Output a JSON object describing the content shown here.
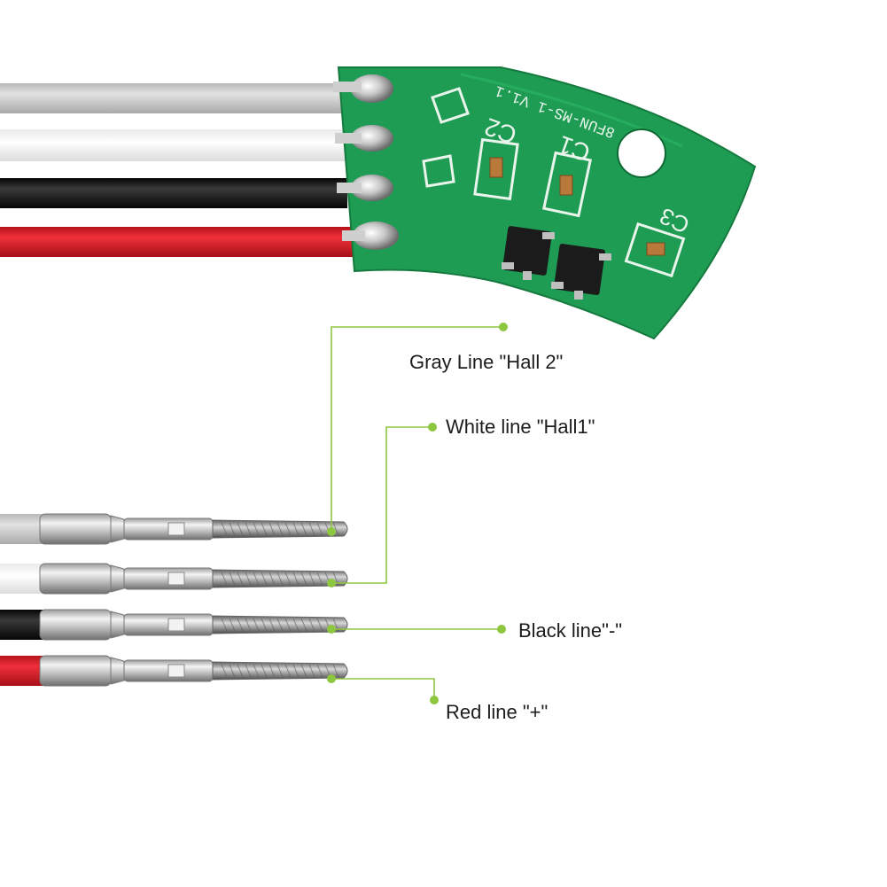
{
  "board": {
    "silkscreen_model": "8FUN-MS-1 V1.1",
    "silkscreen_c1": "C1",
    "silkscreen_c2": "C2",
    "silkscreen_c3": "C3",
    "board_color": "#1e9b52"
  },
  "wires": [
    {
      "name": "gray",
      "color": "#c4c4c4"
    },
    {
      "name": "white",
      "color": "#f7f7f7"
    },
    {
      "name": "black",
      "color": "#151515"
    },
    {
      "name": "red",
      "color": "#d9202a"
    }
  ],
  "callouts": [
    {
      "id": "gray",
      "label": "Gray Line \"Hall 2\""
    },
    {
      "id": "white",
      "label": "White line \"Hall1\""
    },
    {
      "id": "black",
      "label": "Black line\"-\""
    },
    {
      "id": "red",
      "label": "Red line \"+\""
    }
  ],
  "colors": {
    "leader": "#8dc63f",
    "text": "#1c1c1c"
  }
}
